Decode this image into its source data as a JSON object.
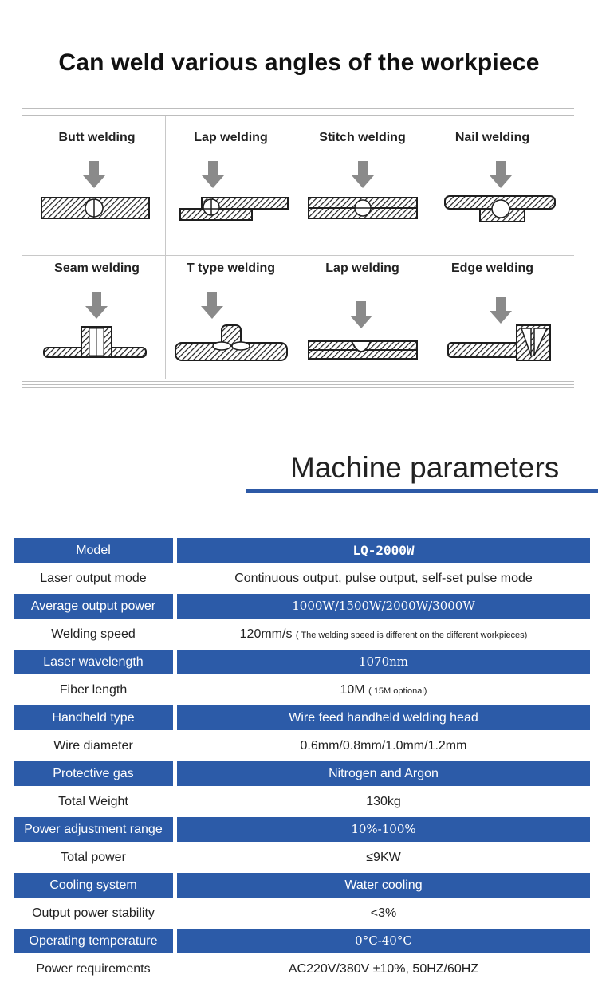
{
  "headline": "Can weld various angles of the workpiece",
  "welding_types": [
    {
      "label": "Butt welding",
      "icon": "butt-weld-diagram"
    },
    {
      "label": "Lap welding",
      "icon": "lap-weld-diagram"
    },
    {
      "label": "Stitch welding",
      "icon": "stitch-weld-diagram"
    },
    {
      "label": "Nail welding",
      "icon": "nail-weld-diagram"
    },
    {
      "label": "Seam welding",
      "icon": "seam-weld-diagram"
    },
    {
      "label": "T type welding",
      "icon": "t-type-weld-diagram"
    },
    {
      "label": "Lap welding",
      "icon": "lap-weld-v-diagram"
    },
    {
      "label": "Edge welding",
      "icon": "edge-weld-diagram"
    }
  ],
  "section_title": "Machine parameters",
  "colors": {
    "accent_blue": "#2c5ba8",
    "diagram_gray": "#8a8a8a",
    "diagram_dark": "#1e1e1e"
  },
  "parameters": [
    {
      "label": "Model",
      "value": "LQ-2000W",
      "note": ""
    },
    {
      "label": "Laser output mode",
      "value": "Continuous output, pulse output, self-set pulse mode",
      "note": ""
    },
    {
      "label": "Average output power",
      "value": "1000W/1500W/2000W/3000W",
      "note": ""
    },
    {
      "label": "Welding speed",
      "value": "120mm/s",
      "note": "( The welding speed is different on the different workpieces)"
    },
    {
      "label": "Laser wavelength",
      "value": "1070nm",
      "note": ""
    },
    {
      "label": "Fiber length",
      "value": "10M",
      "note": "( 15M optional)"
    },
    {
      "label": "Handheld type",
      "value": "Wire feed handheld welding head",
      "note": ""
    },
    {
      "label": "Wire diameter",
      "value": "0.6mm/0.8mm/1.0mm/1.2mm",
      "note": ""
    },
    {
      "label": "Protective gas",
      "value": "Nitrogen and Argon",
      "note": ""
    },
    {
      "label": "Total Weight",
      "value": "130kg",
      "note": ""
    },
    {
      "label": "Power adjustment range",
      "value": "10%-100%",
      "note": ""
    },
    {
      "label": "Total power",
      "value": "≤9KW",
      "note": ""
    },
    {
      "label": "Cooling system",
      "value": "Water cooling",
      "note": ""
    },
    {
      "label": "Output power stability",
      "value": "<3%",
      "note": ""
    },
    {
      "label": "Operating temperature",
      "value": "0°C-40°C",
      "note": ""
    },
    {
      "label": "Power requirements",
      "value": "AC220V/380V ±10%, 50HZ/60HZ",
      "note": ""
    }
  ]
}
